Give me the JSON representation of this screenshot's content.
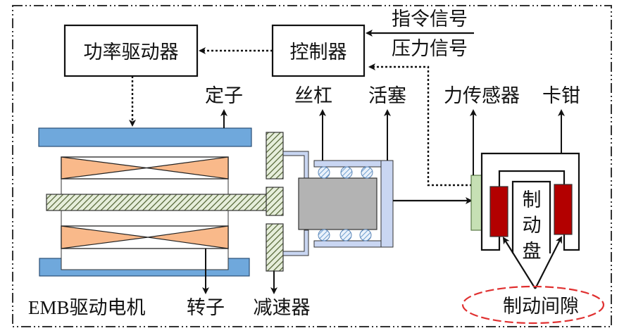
{
  "diagram": {
    "title": "EMB electro-mechanical brake system schematic",
    "blocks": {
      "power_driver": "功率驱动器",
      "controller": "控制器"
    },
    "signals": {
      "command_signal": "指令信号",
      "pressure_signal": "压力信号"
    },
    "labels": {
      "stator": "定子",
      "lead_screw": "丝杠",
      "piston": "活塞",
      "force_sensor": "力传感器",
      "caliper": "卡钳",
      "emb_motor": "EMB驱动电机",
      "rotor": "转子",
      "reducer": "减速器",
      "brake_gap": "制动间隙",
      "brake_disc": [
        "制",
        "动",
        "盘"
      ]
    },
    "colors": {
      "stator_blue": "#6fa8dc",
      "coil_orange": "#f9b98a",
      "shaft_hatch_green": "#5a6b3a",
      "shaft_bg": "#e6eedb",
      "housing_lightblue": "#c9d6f2",
      "nut_gray": "#b3b3b3",
      "sensor_green": "#c6e0b4",
      "pad_red": "#b30000",
      "gap_ellipse_red": "#e03030",
      "line": "#111111"
    }
  }
}
